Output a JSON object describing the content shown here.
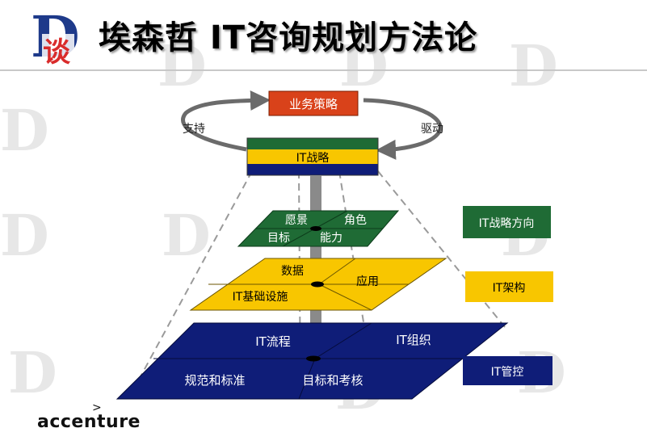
{
  "logo": {
    "letter": "D",
    "char": "谈"
  },
  "title": "埃森哲 IT咨询规划方法论",
  "top": {
    "business_strategy": "业务策略",
    "support": "支持",
    "drive": "驱动",
    "it_strategy": "IT战略"
  },
  "layer1": {
    "vision": "愿景",
    "role": "角色",
    "goal": "目标",
    "capability": "能力"
  },
  "layer2": {
    "data": "数据",
    "application": "应用",
    "infrastructure": "IT基础设施"
  },
  "layer3": {
    "process": "IT流程",
    "organization": "IT组织",
    "standards": "规范和标准",
    "goals_assessment": "目标和考核"
  },
  "side_labels": {
    "direction": "IT战略方向",
    "architecture": "IT架构",
    "governance": "IT管控"
  },
  "brand": {
    "name": "accenture",
    "mark": ">"
  },
  "colors": {
    "red": "#d9421a",
    "green": "#1f6b35",
    "yellow": "#f8c600",
    "navy": "#0f1d78"
  }
}
